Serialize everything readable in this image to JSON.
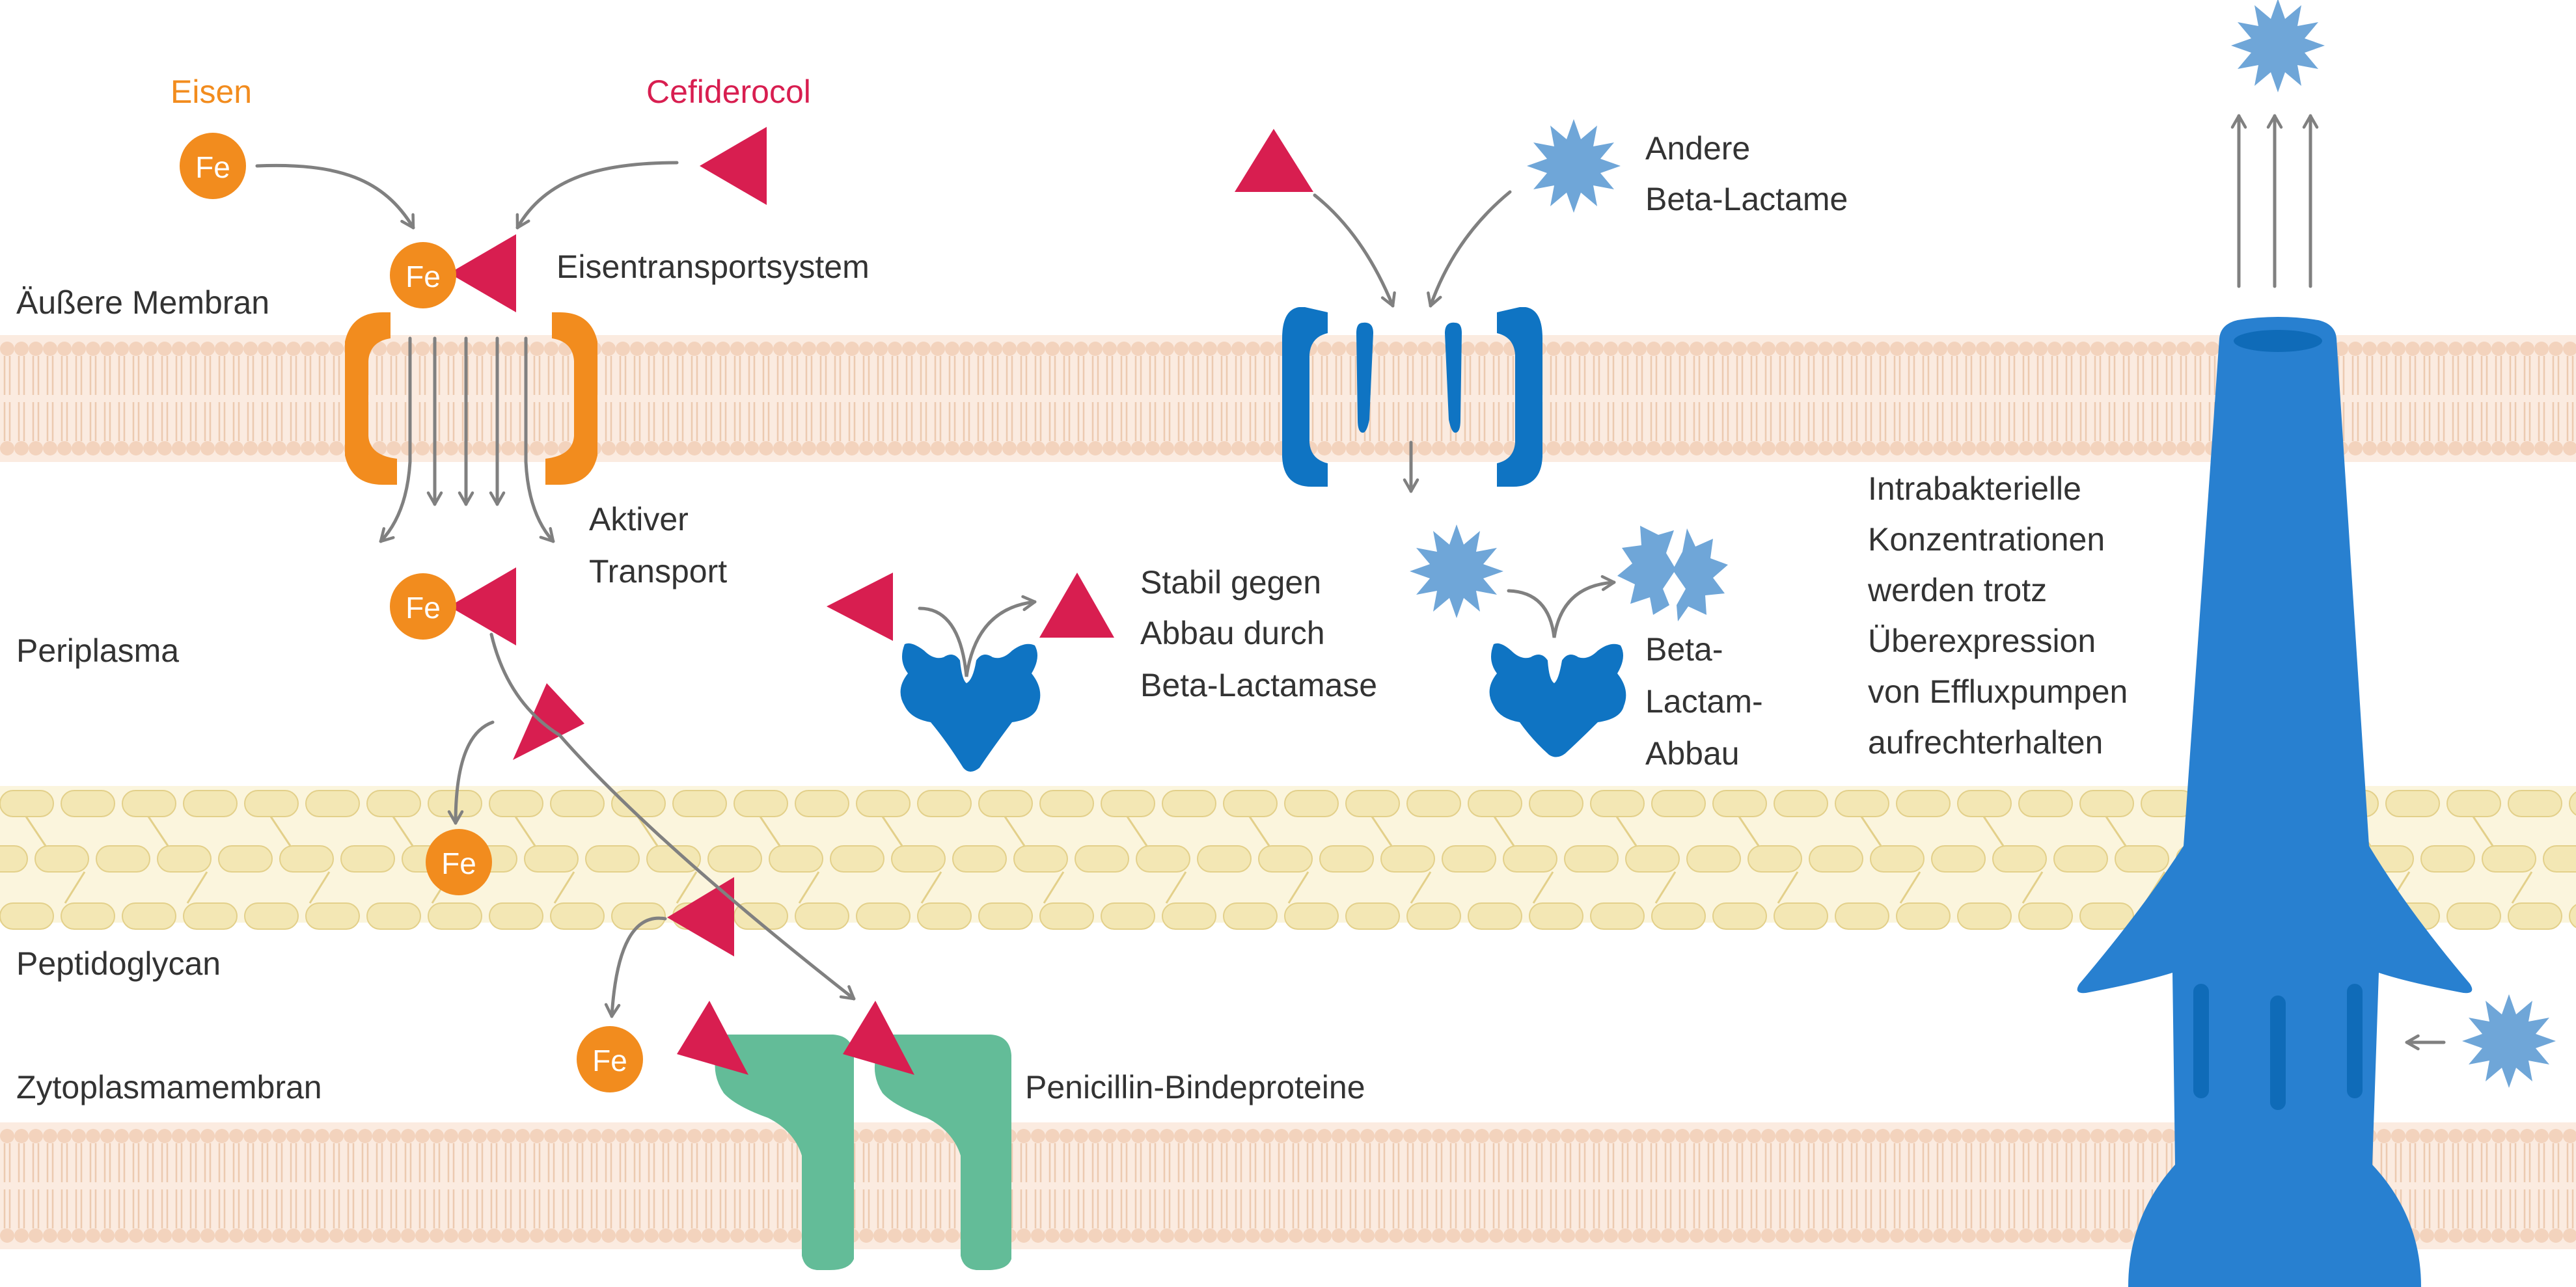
{
  "labels": {
    "eisen": "Eisen",
    "cefiderocol": "Cefiderocol",
    "eisentransportsystem": "Eisentransportsystem",
    "aeussere_membran": "Äußere Membran",
    "aktiver_transport": [
      "Aktiver",
      "Transport"
    ],
    "periplasma": "Periplasma",
    "peptidoglycan": "Peptidoglycan",
    "zytoplasmamembran": "Zytoplasmamembran",
    "andere_beta_lactame": [
      "Andere",
      "Beta-Lactame"
    ],
    "stabil_gegen": [
      "Stabil gegen",
      "Abbau durch",
      "Beta-Lactamase"
    ],
    "beta_lactam_abbau": [
      "Beta-",
      "Lactam-",
      "Abbau"
    ],
    "intrabakterielle": [
      "Intrabakterielle",
      "Konzentrationen",
      "werden trotz",
      "Überexpression",
      "von Effluxpumpen",
      "aufrechterhalten"
    ],
    "penicillin_bindeproteine": "Penicillin-Bindeproteine",
    "fe": "Fe"
  },
  "colors": {
    "iron": "#f28c1e",
    "cefiderocol": "#d81e50",
    "beta_lactam": "#6fa6d8",
    "porin_blue": "#0f74c3",
    "efflux_blue": "#2880d0",
    "pbp_green": "#63bc98",
    "membrane": "#f6dcc8",
    "peptidoglycan": "#f3e7b4",
    "arrow": "#808080"
  }
}
